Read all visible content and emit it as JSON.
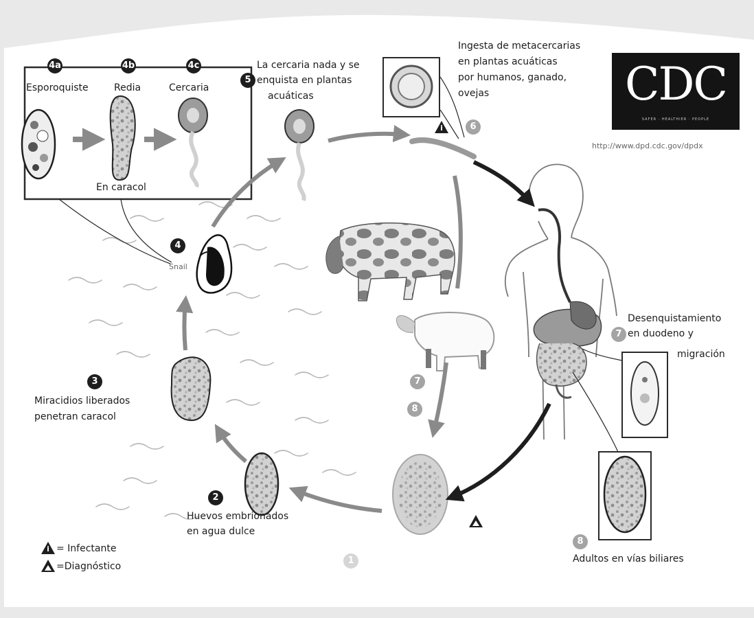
{
  "labels": {
    "stage_4a": "Esporoquiste",
    "stage_4b": "Redia",
    "stage_4c": "Cercaria",
    "en_caracol": "En caracol",
    "step5_line1": "La cercaria nada y se",
    "step5_line2": "enquista en plantas",
    "step5_line3": "acuáticas",
    "step6_line1": "Ingesta de metacercarias",
    "step6_line2": "en plantas acuáticas",
    "step6_line3": "por humanos, ganado,",
    "step6_line4": "ovejas",
    "snail": "Snail",
    "step3_line1": "Miracidios liberados",
    "step3_line2": "penetran caracol",
    "step2_line1": "Huevos embrionados",
    "step2_line2": "en agua dulce",
    "step7_line1": "Desenquistamiento",
    "step7_line2": "en duodeno y",
    "step7_line3": "migración",
    "step8": "Adultos en vías biliares",
    "legend_infective": "= Infectante",
    "legend_diagnostic": "=Diagnóstico"
  },
  "badges": {
    "b4a": "4a",
    "b4b": "4b",
    "b4c": "4c",
    "b5": "5",
    "b6": "6",
    "b4": "4",
    "b3": "3",
    "b2": "2",
    "b1": "1",
    "b7": "7",
    "b8": "8",
    "b_sheep_7": "7",
    "b_sheep_8": "8",
    "tri_i": "i",
    "tri_d": "d"
  },
  "logo": {
    "text": "CDC",
    "tagline": "SAFER · HEALTHIER · PEOPLE",
    "url": "http://www.dpd.cdc.gov/dpdx"
  },
  "colors": {
    "background": "#e9e9e9",
    "panel": "#ffffff",
    "arrow_grey": "#8a8a8a",
    "arrow_dark": "#1e1e1e",
    "wave": "#b9b9b9"
  }
}
